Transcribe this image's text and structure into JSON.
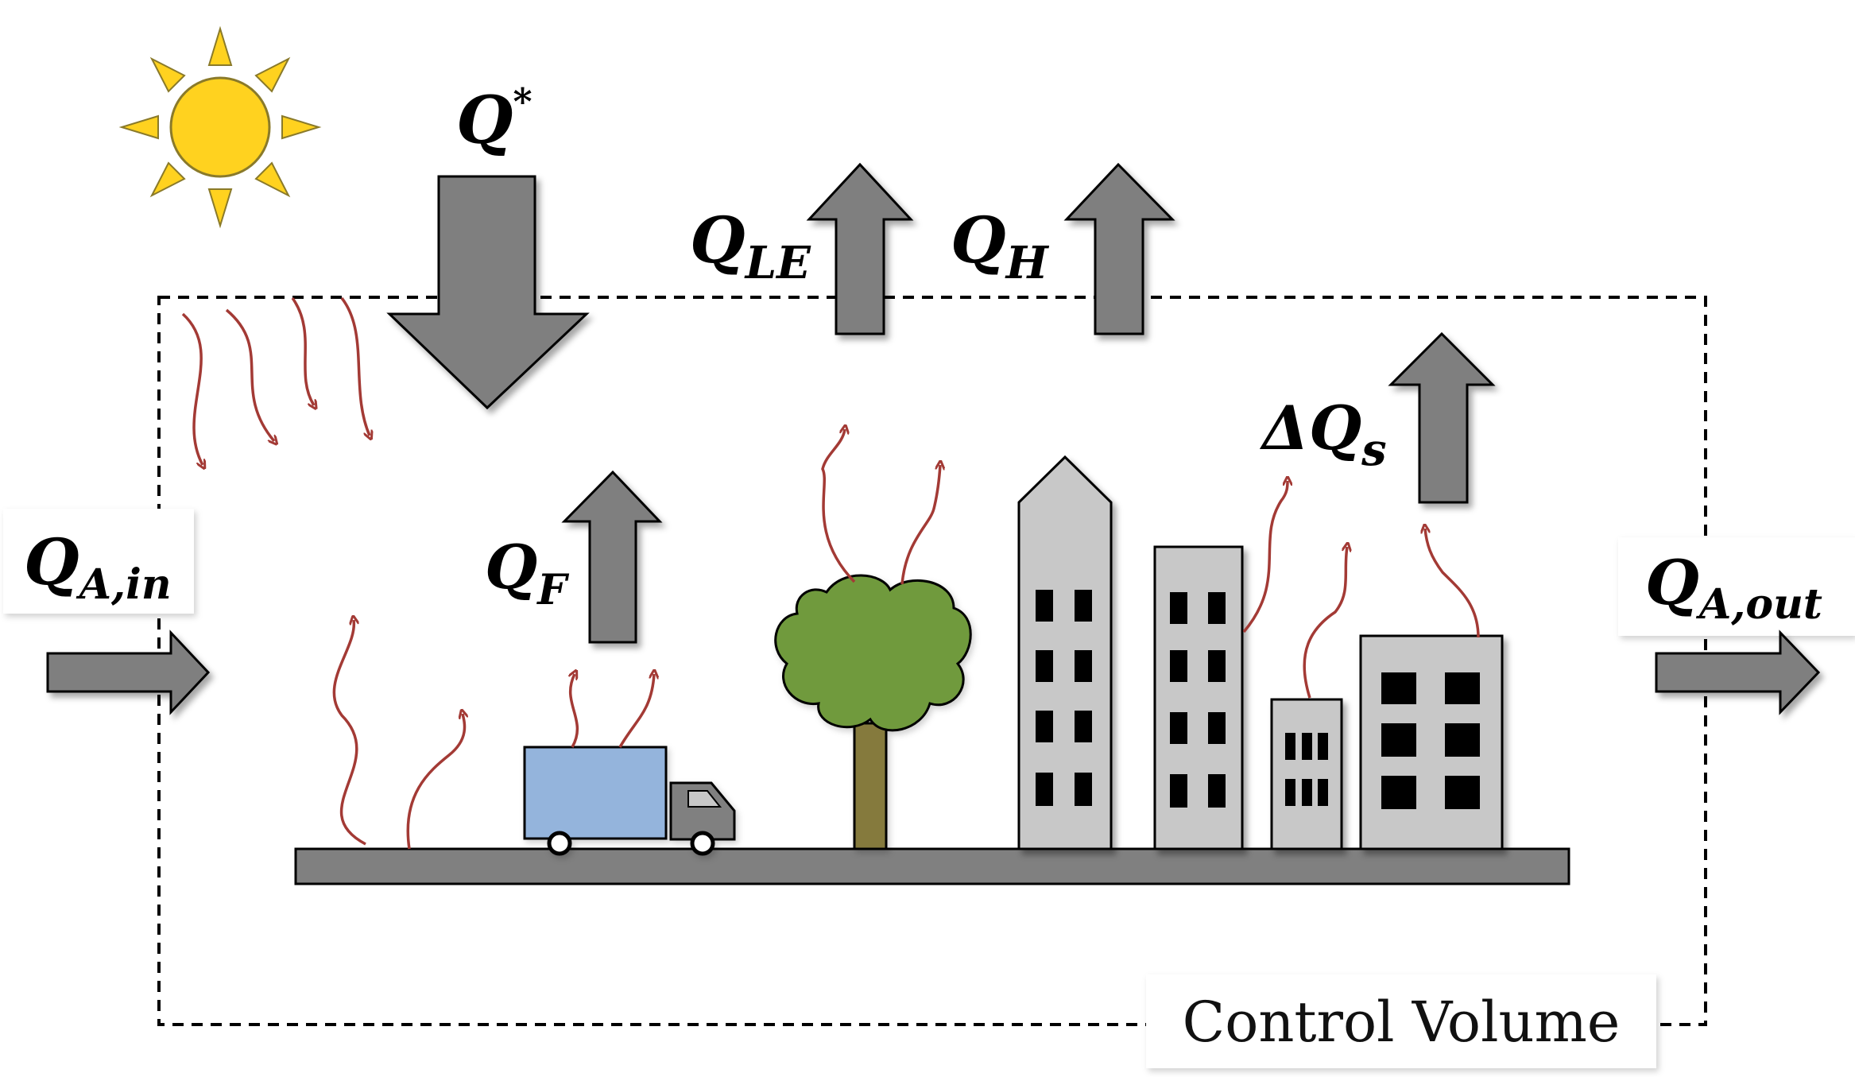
{
  "labels": {
    "q_star": {
      "main": "Q",
      "sup": "*"
    },
    "q_le": {
      "main": "Q",
      "sub": "LE"
    },
    "q_h": {
      "main": "Q",
      "sub": "H"
    },
    "q_f": {
      "main": "Q",
      "sub": "F"
    },
    "delta_q_s": {
      "prefix": "ΔQ",
      "sub": "s"
    },
    "q_a_in": {
      "main": "Q",
      "sub": "A,in"
    },
    "q_a_out": {
      "main": "Q",
      "sub": "A,out"
    },
    "control_volume": "Control Volume"
  },
  "colors": {
    "flux_arrow": "#7f7f7f",
    "heat_wave": "#a33a35",
    "sun": "#ffd21f",
    "building": "#c8c8c8",
    "truck_box": "#94b4dc",
    "tree_foliage": "#6f9a3c",
    "tree_trunk": "#857a3e",
    "ground": "#808080"
  }
}
